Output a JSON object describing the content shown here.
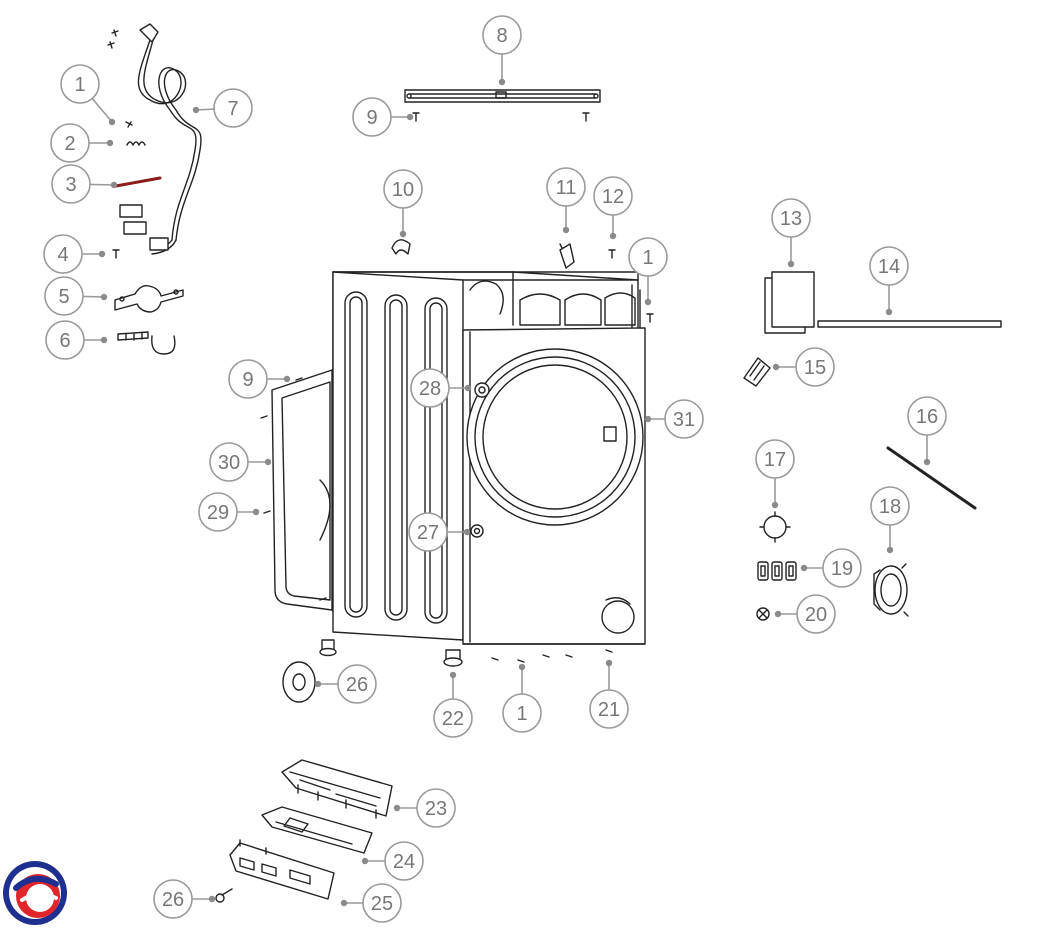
{
  "diagram": {
    "colors": {
      "callout_stroke": "#9a9a9a",
      "callout_text": "#777777",
      "part_line": "#222222",
      "logo_blue": "#1f2f8f",
      "logo_red": "#e0262b"
    },
    "callouts": [
      {
        "id": "c-1a",
        "label": "1"
      },
      {
        "id": "c-2",
        "label": "2"
      },
      {
        "id": "c-3",
        "label": "3"
      },
      {
        "id": "c-4",
        "label": "4"
      },
      {
        "id": "c-5",
        "label": "5"
      },
      {
        "id": "c-6",
        "label": "6"
      },
      {
        "id": "c-7",
        "label": "7"
      },
      {
        "id": "c-8",
        "label": "8"
      },
      {
        "id": "c-9a",
        "label": "9"
      },
      {
        "id": "c-10",
        "label": "10"
      },
      {
        "id": "c-11",
        "label": "11"
      },
      {
        "id": "c-12",
        "label": "12"
      },
      {
        "id": "c-1b",
        "label": "1"
      },
      {
        "id": "c-13",
        "label": "13"
      },
      {
        "id": "c-14",
        "label": "14"
      },
      {
        "id": "c-15",
        "label": "15"
      },
      {
        "id": "c-16",
        "label": "16"
      },
      {
        "id": "c-17",
        "label": "17"
      },
      {
        "id": "c-18",
        "label": "18"
      },
      {
        "id": "c-19",
        "label": "19"
      },
      {
        "id": "c-20",
        "label": "20"
      },
      {
        "id": "c-9b",
        "label": "9"
      },
      {
        "id": "c-28",
        "label": "28"
      },
      {
        "id": "c-31",
        "label": "31"
      },
      {
        "id": "c-30",
        "label": "30"
      },
      {
        "id": "c-29",
        "label": "29"
      },
      {
        "id": "c-27",
        "label": "27"
      },
      {
        "id": "c-26a",
        "label": "26"
      },
      {
        "id": "c-22",
        "label": "22"
      },
      {
        "id": "c-1c",
        "label": "1"
      },
      {
        "id": "c-21",
        "label": "21"
      },
      {
        "id": "c-23",
        "label": "23"
      },
      {
        "id": "c-24",
        "label": "24"
      },
      {
        "id": "c-25",
        "label": "25"
      },
      {
        "id": "c-26b",
        "label": "26"
      }
    ]
  }
}
